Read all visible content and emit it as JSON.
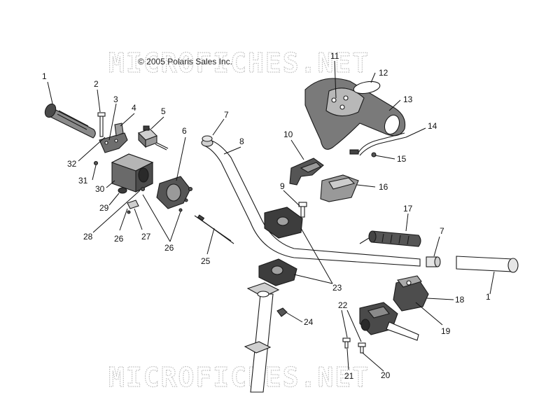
{
  "copyright": "© 2005 Polaris Sales Inc.",
  "watermark": "MICROFICHES.NET",
  "callouts": [
    {
      "id": "c1a",
      "label": "1"
    },
    {
      "id": "c2",
      "label": "2"
    },
    {
      "id": "c3",
      "label": "3"
    },
    {
      "id": "c4",
      "label": "4"
    },
    {
      "id": "c5",
      "label": "5"
    },
    {
      "id": "c6",
      "label": "6"
    },
    {
      "id": "c7a",
      "label": "7"
    },
    {
      "id": "c8",
      "label": "8"
    },
    {
      "id": "c9",
      "label": "9"
    },
    {
      "id": "c10",
      "label": "10"
    },
    {
      "id": "c11",
      "label": "11"
    },
    {
      "id": "c12",
      "label": "12"
    },
    {
      "id": "c13",
      "label": "13"
    },
    {
      "id": "c14",
      "label": "14"
    },
    {
      "id": "c15",
      "label": "15"
    },
    {
      "id": "c16",
      "label": "16"
    },
    {
      "id": "c17",
      "label": "17"
    },
    {
      "id": "c7b",
      "label": "7"
    },
    {
      "id": "c1b",
      "label": "1"
    },
    {
      "id": "c18",
      "label": "18"
    },
    {
      "id": "c19",
      "label": "19"
    },
    {
      "id": "c20",
      "label": "20"
    },
    {
      "id": "c21",
      "label": "21"
    },
    {
      "id": "c22",
      "label": "22"
    },
    {
      "id": "c23",
      "label": "23"
    },
    {
      "id": "c24",
      "label": "24"
    },
    {
      "id": "c25",
      "label": "25"
    },
    {
      "id": "c26",
      "label": "26"
    },
    {
      "id": "c26b",
      "label": "26"
    },
    {
      "id": "c27",
      "label": "27"
    },
    {
      "id": "c28",
      "label": "28"
    },
    {
      "id": "c29",
      "label": "29"
    },
    {
      "id": "c30",
      "label": "30"
    },
    {
      "id": "c31",
      "label": "31"
    },
    {
      "id": "c32",
      "label": "32"
    }
  ]
}
